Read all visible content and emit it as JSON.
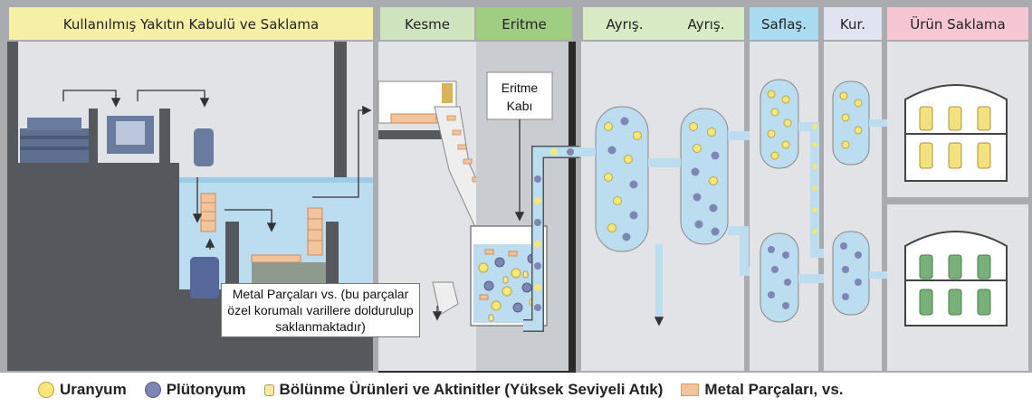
{
  "headers": {
    "receiving": "Kullanılmış Yakıtın Kabulü ve Saklama",
    "cutting": "Kesme",
    "melting": "Eritme",
    "separation1": "Ayrış.",
    "separation2": "Ayrış.",
    "purification": "Saflaş.",
    "drying": "Kur.",
    "storage": "Ürün Saklama"
  },
  "labels": {
    "crucible": [
      "Eritme",
      "Kabı"
    ],
    "metal_note": "Metal Parçaları vs. (bu parçalar özel korumalı varillere doldurulup saklanmaktadır)"
  },
  "legend": {
    "uranium": "Uranyum",
    "plutonium": "Plütonyum",
    "fission": "Bölünme Ürünleri ve Aktinitler (Yüksek Seviyeli Atık)",
    "metal": "Metal Parçaları, vs."
  },
  "colors": {
    "uranium": "#f7e67a",
    "plutonium": "#7e86b3",
    "fission": "#f5e9a6",
    "metal": "#f3c49b",
    "header_receiving": "#f6efa6",
    "header_cutting": "#cfe4bf",
    "header_melting": "#9fce83",
    "header_separation": "#d8ebc4",
    "header_purification": "#a9dcf0",
    "header_drying": "#dfe4f0",
    "header_storage": "#f6c6d3",
    "product_uranium": "#f3e07e",
    "product_plutonium": "#79b07a"
  }
}
